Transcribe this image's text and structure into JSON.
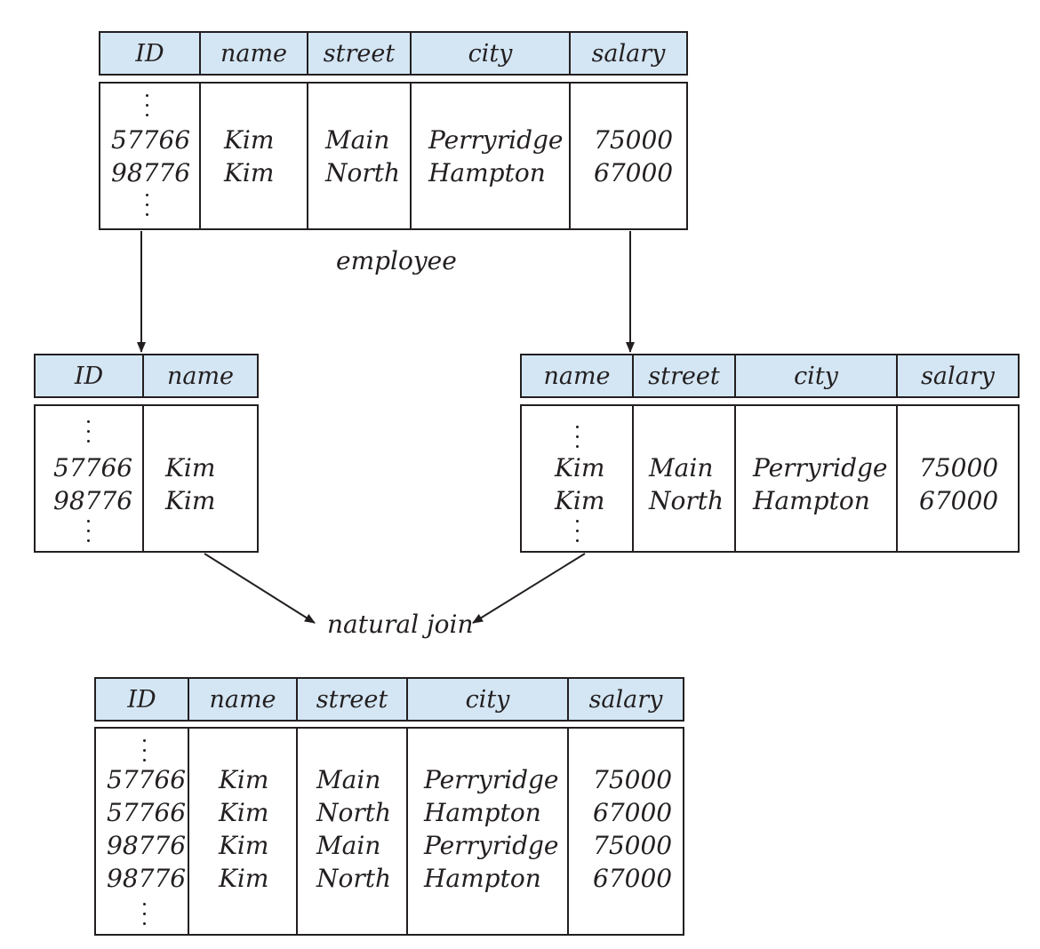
{
  "employee": {
    "label": "employee",
    "headers": [
      "ID",
      "name",
      "street",
      "city",
      "salary"
    ],
    "rows": [
      [
        "57766",
        "Kim",
        "Main",
        "Perryridge",
        "75000"
      ],
      [
        "98776",
        "Kim",
        "North",
        "Hampton",
        "67000"
      ]
    ]
  },
  "left_projection": {
    "headers": [
      "ID",
      "name"
    ],
    "rows": [
      [
        "57766",
        "Kim"
      ],
      [
        "98776",
        "Kim"
      ]
    ]
  },
  "right_projection": {
    "headers": [
      "name",
      "street",
      "city",
      "salary"
    ],
    "rows": [
      [
        "Kim",
        "Main",
        "Perryridge",
        "75000"
      ],
      [
        "Kim",
        "North",
        "Hampton",
        "67000"
      ]
    ]
  },
  "join_label": "natural join",
  "result": {
    "headers": [
      "ID",
      "name",
      "street",
      "city",
      "salary"
    ],
    "rows": [
      [
        "57766",
        "Kim",
        "Main",
        "Perryridge",
        "75000"
      ],
      [
        "57766",
        "Kim",
        "North",
        "Hampton",
        "67000"
      ],
      [
        "98776",
        "Kim",
        "Main",
        "Perryridge",
        "75000"
      ],
      [
        "98776",
        "Kim",
        "North",
        "Hampton",
        "67000"
      ]
    ]
  }
}
